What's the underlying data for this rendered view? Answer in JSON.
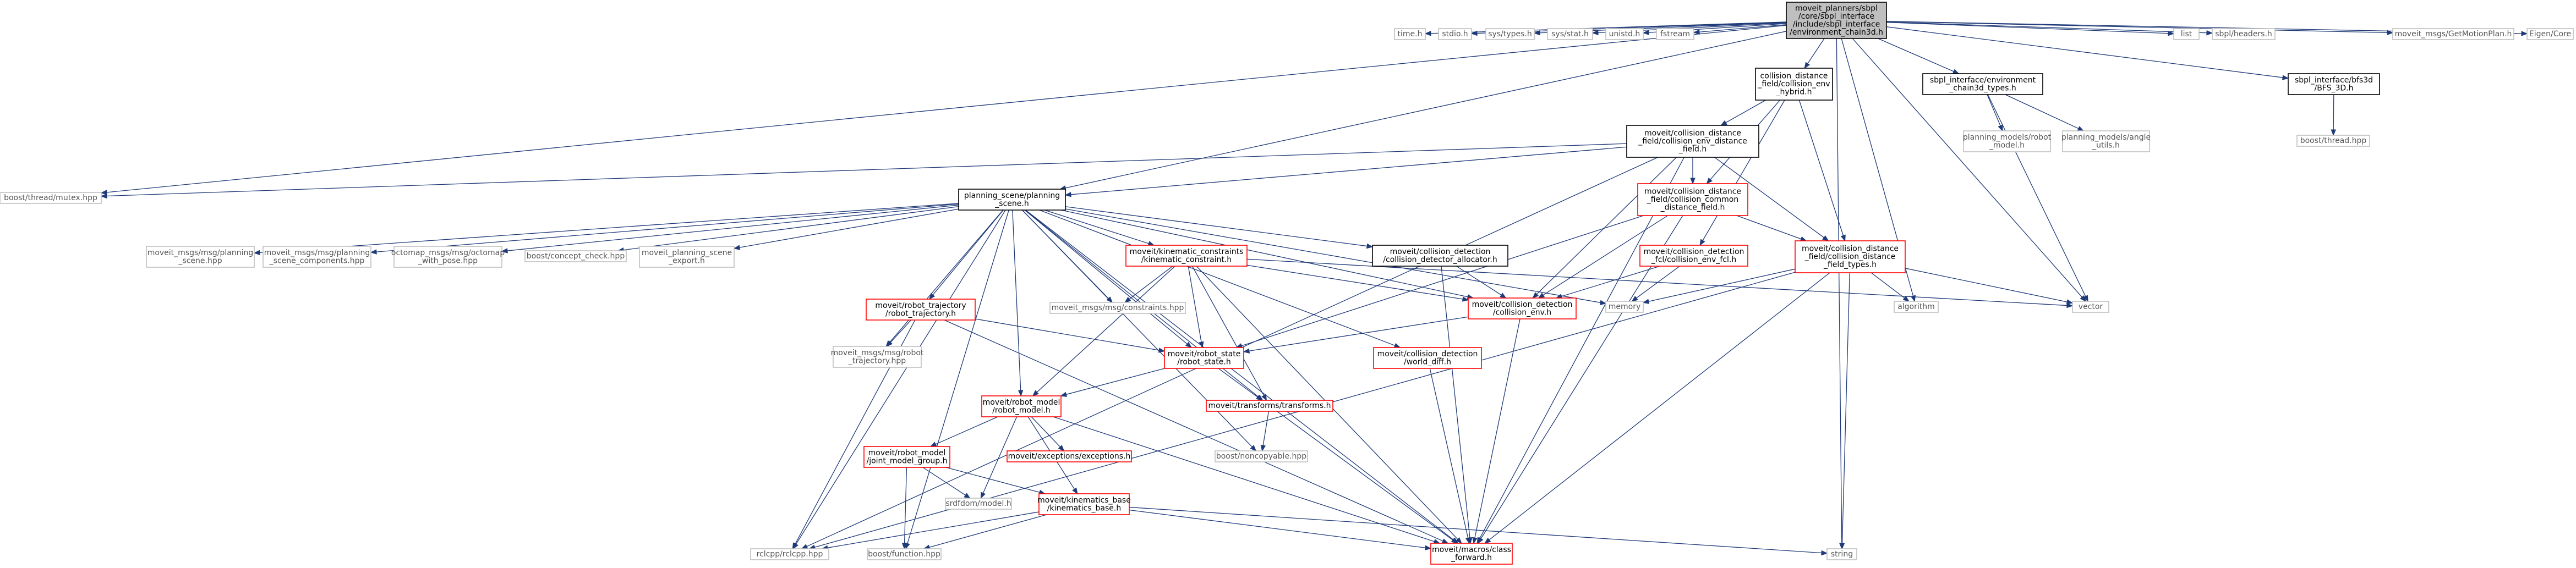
{
  "diagram": {
    "type": "include-dependency-graph",
    "colors": {
      "root_fill": "#bfbfbf",
      "root_border": "#000000",
      "documented_border": "#000000",
      "partial_border": "#ff0000",
      "external_border": "#bfbfbf",
      "external_text": "#555555",
      "text": "#000000",
      "edge": "#1f3a78",
      "background": "#ffffff"
    },
    "nodes": [
      {
        "id": "root",
        "style": "root",
        "lines": [
          "moveit_planners/sbpl",
          "/core/sbpl_interface",
          "/include/sbpl_interface",
          "/environment_chain3d.h"
        ]
      },
      {
        "id": "time_h",
        "style": "external",
        "lines": [
          "time.h"
        ]
      },
      {
        "id": "stdio_h",
        "style": "external",
        "lines": [
          "stdio.h"
        ]
      },
      {
        "id": "sys_types_h",
        "style": "external",
        "lines": [
          "sys/types.h"
        ]
      },
      {
        "id": "sys_stat_h",
        "style": "external",
        "lines": [
          "sys/stat.h"
        ]
      },
      {
        "id": "unistd_h",
        "style": "external",
        "lines": [
          "unistd.h"
        ]
      },
      {
        "id": "fstream",
        "style": "external",
        "lines": [
          "fstream"
        ]
      },
      {
        "id": "cd_env_hybrid",
        "style": "documented",
        "lines": [
          "collision_distance",
          "_field/collision_env",
          "_hybrid.h"
        ]
      },
      {
        "id": "sbpl_env_types",
        "style": "documented",
        "lines": [
          "sbpl_interface/environment",
          "_chain3d_types.h"
        ]
      },
      {
        "id": "list",
        "style": "external",
        "lines": [
          "list"
        ]
      },
      {
        "id": "sbpl_headers",
        "style": "external",
        "lines": [
          "sbpl/headers.h"
        ]
      },
      {
        "id": "bfs3d",
        "style": "documented",
        "lines": [
          "sbpl_interface/bfs3d",
          "/BFS_3D.h"
        ]
      },
      {
        "id": "get_motion_plan",
        "style": "external",
        "lines": [
          "moveit_msgs/GetMotionPlan.h"
        ]
      },
      {
        "id": "eigen_core",
        "style": "external",
        "lines": [
          "Eigen/Core"
        ]
      },
      {
        "id": "boost_thread_hpp",
        "style": "external",
        "lines": [
          "boost/thread.hpp"
        ]
      },
      {
        "id": "pm_robot_model",
        "style": "external",
        "lines": [
          "planning_models/robot",
          "_model.h"
        ]
      },
      {
        "id": "pm_angle_utils",
        "style": "external",
        "lines": [
          "planning_models/angle",
          "_utils.h"
        ]
      },
      {
        "id": "cd_env_distance_field",
        "style": "documented",
        "lines": [
          "moveit/collision_distance",
          "_field/collision_env_distance",
          "_field.h"
        ]
      },
      {
        "id": "boost_thread_mutex",
        "style": "external",
        "lines": [
          "boost/thread/mutex.hpp"
        ]
      },
      {
        "id": "cd_common_distance_field",
        "style": "partial",
        "lines": [
          "moveit/collision_distance",
          "_field/collision_common",
          "_distance_field.h"
        ]
      },
      {
        "id": "planning_scene",
        "style": "documented",
        "lines": [
          "planning_scene/planning",
          "_scene.h"
        ]
      },
      {
        "id": "cd_distance_field_types",
        "style": "partial",
        "lines": [
          "moveit/collision_distance",
          "_field/collision_distance",
          "_field_types.h"
        ]
      },
      {
        "id": "msg_planning_scene",
        "style": "external",
        "lines": [
          "moveit_msgs/msg/planning",
          "_scene.hpp"
        ]
      },
      {
        "id": "msg_planning_scene_components",
        "style": "external",
        "lines": [
          "moveit_msgs/msg/planning",
          "_scene_components.hpp"
        ]
      },
      {
        "id": "octomap_with_pose",
        "style": "external",
        "lines": [
          "octomap_msgs/msg/octomap",
          "_with_pose.hpp"
        ]
      },
      {
        "id": "boost_concept_check",
        "style": "external",
        "lines": [
          "boost/concept_check.hpp"
        ]
      },
      {
        "id": "planning_scene_export",
        "style": "external",
        "lines": [
          "moveit_planning_scene",
          "_export.h"
        ]
      },
      {
        "id": "kinematic_constraint",
        "style": "partial",
        "lines": [
          "moveit/kinematic_constraints",
          "/kinematic_constraint.h"
        ]
      },
      {
        "id": "cd_allocator",
        "style": "documented",
        "lines": [
          "moveit/collision_detection",
          "/collision_detector_allocator.h"
        ]
      },
      {
        "id": "cd_env_fcl",
        "style": "partial",
        "lines": [
          "moveit/collision_detection",
          "_fcl/collision_env_fcl.h"
        ]
      },
      {
        "id": "memory",
        "style": "external",
        "lines": [
          "memory"
        ]
      },
      {
        "id": "algorithm",
        "style": "external",
        "lines": [
          "algorithm"
        ]
      },
      {
        "id": "vector",
        "style": "external",
        "lines": [
          "vector"
        ]
      },
      {
        "id": "robot_trajectory",
        "style": "partial",
        "lines": [
          "moveit/robot_trajectory",
          "/robot_trajectory.h"
        ]
      },
      {
        "id": "msg_constraints",
        "style": "external",
        "lines": [
          "moveit_msgs/msg/constraints.hpp"
        ]
      },
      {
        "id": "cd_collision_env",
        "style": "partial",
        "lines": [
          "moveit/collision_detection",
          "/collision_env.h"
        ]
      },
      {
        "id": "msg_robot_trajectory",
        "style": "external",
        "lines": [
          "moveit_msgs/msg/robot",
          "_trajectory.hpp"
        ]
      },
      {
        "id": "robot_state",
        "style": "partial",
        "lines": [
          "moveit/robot_state",
          "/robot_state.h"
        ]
      },
      {
        "id": "world_diff",
        "style": "partial",
        "lines": [
          "moveit/collision_detection",
          "/world_diff.h"
        ]
      },
      {
        "id": "robot_model",
        "style": "partial",
        "lines": [
          "moveit/robot_model",
          "/robot_model.h"
        ]
      },
      {
        "id": "transforms",
        "style": "partial",
        "lines": [
          "moveit/transforms/transforms.h"
        ]
      },
      {
        "id": "exceptions",
        "style": "partial",
        "lines": [
          "moveit/exceptions/exceptions.h"
        ]
      },
      {
        "id": "boost_noncopyable",
        "style": "external",
        "lines": [
          "boost/noncopyable.hpp"
        ]
      },
      {
        "id": "joint_model_group",
        "style": "partial",
        "lines": [
          "moveit/robot_model",
          "/joint_model_group.h"
        ]
      },
      {
        "id": "srdfdom_model",
        "style": "external",
        "lines": [
          "srdfdom/model.h"
        ]
      },
      {
        "id": "kinematics_base",
        "style": "partial",
        "lines": [
          "moveit/kinematics_base",
          "/kinematics_base.h"
        ]
      },
      {
        "id": "rclcpp",
        "style": "external",
        "lines": [
          "rclcpp/rclcpp.hpp"
        ]
      },
      {
        "id": "boost_function",
        "style": "external",
        "lines": [
          "boost/function.hpp"
        ]
      },
      {
        "id": "class_forward",
        "style": "partial",
        "lines": [
          "moveit/macros/class",
          "_forward.h"
        ]
      },
      {
        "id": "string",
        "style": "external",
        "lines": [
          "string"
        ]
      }
    ],
    "edges": [
      [
        "root",
        "time_h"
      ],
      [
        "root",
        "stdio_h"
      ],
      [
        "root",
        "sys_types_h"
      ],
      [
        "root",
        "sys_stat_h"
      ],
      [
        "root",
        "unistd_h"
      ],
      [
        "root",
        "fstream"
      ],
      [
        "root",
        "cd_env_hybrid"
      ],
      [
        "root",
        "sbpl_env_types"
      ],
      [
        "root",
        "list"
      ],
      [
        "root",
        "sbpl_headers"
      ],
      [
        "root",
        "bfs3d"
      ],
      [
        "root",
        "get_motion_plan"
      ],
      [
        "root",
        "eigen_core"
      ],
      [
        "root",
        "boost_thread_mutex"
      ],
      [
        "root",
        "planning_scene"
      ],
      [
        "root",
        "algorithm"
      ],
      [
        "root",
        "vector"
      ],
      [
        "root",
        "string"
      ],
      [
        "cd_env_hybrid",
        "cd_env_distance_field"
      ],
      [
        "cd_env_hybrid",
        "cd_common_distance_field"
      ],
      [
        "cd_env_hybrid",
        "cd_distance_field_types"
      ],
      [
        "cd_env_hybrid",
        "cd_env_fcl"
      ],
      [
        "sbpl_env_types",
        "pm_robot_model"
      ],
      [
        "sbpl_env_types",
        "pm_angle_utils"
      ],
      [
        "sbpl_env_types",
        "vector"
      ],
      [
        "bfs3d",
        "boost_thread_hpp"
      ],
      [
        "cd_env_distance_field",
        "boost_thread_mutex"
      ],
      [
        "cd_env_distance_field",
        "planning_scene"
      ],
      [
        "cd_env_distance_field",
        "cd_common_distance_field"
      ],
      [
        "cd_env_distance_field",
        "cd_distance_field_types"
      ],
      [
        "cd_env_distance_field",
        "cd_collision_env"
      ],
      [
        "cd_env_distance_field",
        "class_forward"
      ],
      [
        "cd_env_distance_field",
        "rclcpp"
      ],
      [
        "cd_common_distance_field",
        "cd_distance_field_types"
      ],
      [
        "cd_common_distance_field",
        "cd_collision_env"
      ],
      [
        "cd_common_distance_field",
        "robot_state"
      ],
      [
        "cd_common_distance_field",
        "class_forward"
      ],
      [
        "cd_distance_field_types",
        "memory"
      ],
      [
        "cd_distance_field_types",
        "algorithm"
      ],
      [
        "cd_distance_field_types",
        "vector"
      ],
      [
        "cd_distance_field_types",
        "string"
      ],
      [
        "cd_distance_field_types",
        "class_forward"
      ],
      [
        "cd_distance_field_types",
        "rclcpp"
      ],
      [
        "cd_env_fcl",
        "cd_collision_env"
      ],
      [
        "cd_env_fcl",
        "memory"
      ],
      [
        "planning_scene",
        "msg_planning_scene"
      ],
      [
        "planning_scene",
        "msg_planning_scene_components"
      ],
      [
        "planning_scene",
        "octomap_with_pose"
      ],
      [
        "planning_scene",
        "boost_concept_check"
      ],
      [
        "planning_scene",
        "planning_scene_export"
      ],
      [
        "planning_scene",
        "kinematic_constraint"
      ],
      [
        "planning_scene",
        "cd_allocator"
      ],
      [
        "planning_scene",
        "robot_trajectory"
      ],
      [
        "planning_scene",
        "msg_constraints"
      ],
      [
        "planning_scene",
        "cd_collision_env"
      ],
      [
        "planning_scene",
        "robot_state"
      ],
      [
        "planning_scene",
        "world_diff"
      ],
      [
        "planning_scene",
        "robot_model"
      ],
      [
        "planning_scene",
        "transforms"
      ],
      [
        "planning_scene",
        "boost_noncopyable"
      ],
      [
        "planning_scene",
        "memory"
      ],
      [
        "planning_scene",
        "rclcpp"
      ],
      [
        "planning_scene",
        "boost_function"
      ],
      [
        "planning_scene",
        "class_forward"
      ],
      [
        "planning_scene",
        "msg_robot_trajectory"
      ],
      [
        "kinematic_constraint",
        "msg_constraints"
      ],
      [
        "kinematic_constraint",
        "cd_collision_env"
      ],
      [
        "kinematic_constraint",
        "robot_state"
      ],
      [
        "kinematic_constraint",
        "robot_model"
      ],
      [
        "kinematic_constraint",
        "transforms"
      ],
      [
        "kinematic_constraint",
        "vector"
      ],
      [
        "kinematic_constraint",
        "class_forward"
      ],
      [
        "cd_allocator",
        "cd_collision_env"
      ],
      [
        "cd_allocator",
        "class_forward"
      ],
      [
        "robot_trajectory",
        "msg_robot_trajectory"
      ],
      [
        "robot_trajectory",
        "robot_state"
      ],
      [
        "robot_trajectory",
        "rclcpp"
      ],
      [
        "robot_trajectory",
        "class_forward"
      ],
      [
        "cd_collision_env",
        "robot_state"
      ],
      [
        "cd_collision_env",
        "class_forward"
      ],
      [
        "robot_state",
        "robot_model"
      ],
      [
        "robot_state",
        "transforms"
      ],
      [
        "world_diff",
        "class_forward"
      ],
      [
        "robot_model",
        "exceptions"
      ],
      [
        "robot_model",
        "joint_model_group"
      ],
      [
        "robot_model",
        "srdfdom_model"
      ],
      [
        "robot_model",
        "kinematics_base"
      ],
      [
        "robot_model",
        "class_forward"
      ],
      [
        "transforms",
        "boost_noncopyable"
      ],
      [
        "transforms",
        "class_forward"
      ],
      [
        "joint_model_group",
        "boost_function"
      ],
      [
        "joint_model_group",
        "srdfdom_model"
      ],
      [
        "joint_model_group",
        "kinematics_base"
      ],
      [
        "kinematics_base",
        "rclcpp"
      ],
      [
        "kinematics_base",
        "boost_function"
      ],
      [
        "kinematics_base",
        "string"
      ],
      [
        "kinematics_base",
        "class_forward"
      ]
    ]
  }
}
